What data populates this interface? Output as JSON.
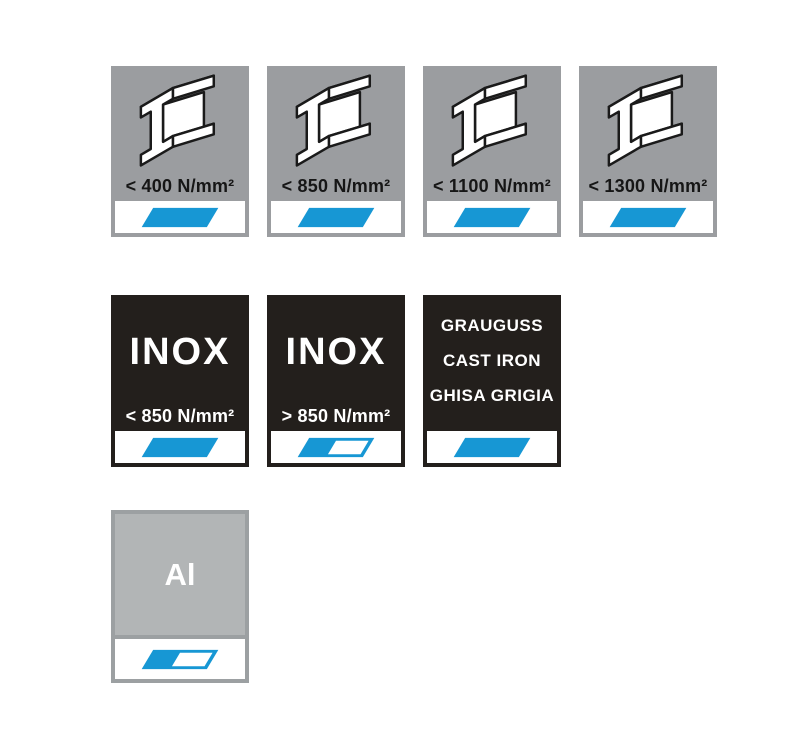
{
  "panel": {
    "description_colors": {
      "tile_gray": "#9b9da0",
      "tile_black": "#231f1c",
      "accent_blue": "#1797d4",
      "aluminum_fill": "#b2b5b6",
      "aluminum_border": "#9ca0a2",
      "strip_white": "#ffffff",
      "label_dark": "#161616",
      "label_light": "#ffffff"
    }
  },
  "tiles": [
    {
      "material": "steel",
      "label": "< 400 N/mm²",
      "marker": "full"
    },
    {
      "material": "steel",
      "label": "< 850 N/mm²",
      "marker": "full"
    },
    {
      "material": "steel",
      "label": "< 1100 N/mm²",
      "marker": "full"
    },
    {
      "material": "steel",
      "label": "< 1300 N/mm²",
      "marker": "full"
    },
    {
      "material": "stainless-steel",
      "title": "INOX",
      "label": "< 850 N/mm²",
      "marker": "full"
    },
    {
      "material": "stainless-steel",
      "title": "INOX",
      "label": "> 850 N/mm²",
      "marker": "half"
    },
    {
      "material": "cast-iron",
      "lines": [
        "GRAUGUSS",
        "CAST IRON",
        "GHISA GRIGIA"
      ],
      "marker": "full"
    },
    {
      "material": "aluminum",
      "title": "Al",
      "marker": "half"
    }
  ]
}
